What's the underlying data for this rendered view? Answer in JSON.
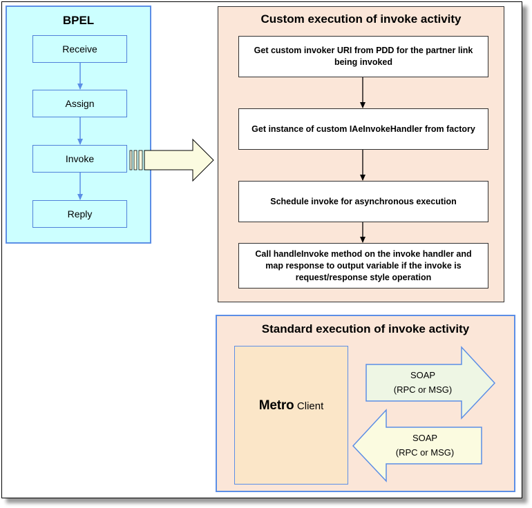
{
  "bpel": {
    "title": "BPEL",
    "steps": [
      "Receive",
      "Assign",
      "Invoke",
      "Reply"
    ]
  },
  "custom": {
    "title": "Custom execution of invoke activity",
    "steps": [
      "Get custom invoker URI from PDD for the partner link being invoked",
      "Get instance of custom IAeInvokeHandler from factory",
      "Schedule invoke for asynchronous execution",
      "Call handleInvoke method on the invoke handler and map response to output variable if the invoke is request/response style operation"
    ]
  },
  "standard": {
    "title": "Standard execution of invoke activity",
    "client_brand": "Metro",
    "client_label": "Client",
    "request": {
      "line1": "SOAP",
      "line2": "(RPC or MSG)"
    },
    "response": {
      "line1": "SOAP",
      "line2": "(RPC or MSG)"
    }
  },
  "colors": {
    "bpel_fill": "#ccffff",
    "bpel_border": "#5b8ee6",
    "panel_fill": "#fbe6d8",
    "connector": "#5b8ee6",
    "arrow_fill_light": "#fbfbe0",
    "arrow_fill_green": "#eef6e4"
  }
}
